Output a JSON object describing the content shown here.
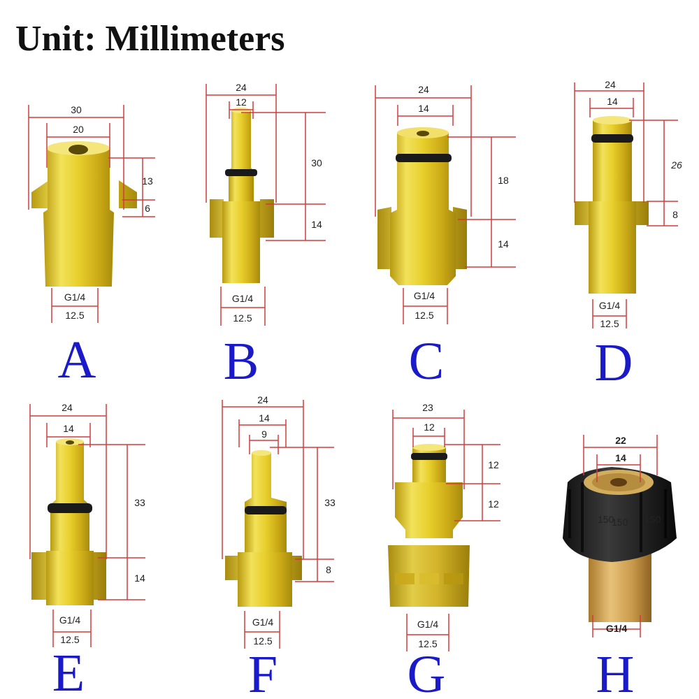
{
  "title": "Unit: Millimeters",
  "colors": {
    "brass": "#e0c020",
    "dimension_line": "#d23c3c",
    "letter": "#1a1ac8",
    "nut": "#1a1a1a"
  },
  "parts": [
    {
      "letter": "A",
      "widths": [
        "30",
        "20"
      ],
      "heights": [
        "13",
        "6"
      ],
      "thread": "G1/4",
      "bottom": "12.5"
    },
    {
      "letter": "B",
      "widths": [
        "24",
        "12"
      ],
      "heights": [
        "30",
        "14"
      ],
      "thread": "G1/4",
      "bottom": "12.5"
    },
    {
      "letter": "C",
      "widths": [
        "24",
        "14"
      ],
      "heights": [
        "18",
        "14"
      ],
      "thread": "G1/4",
      "bottom": "12.5"
    },
    {
      "letter": "D",
      "widths": [
        "24",
        "14"
      ],
      "heights": [
        "26",
        "8"
      ],
      "thread": "G1/4",
      "bottom": "12.5"
    },
    {
      "letter": "E",
      "widths": [
        "24",
        "14"
      ],
      "heights": [
        "33",
        "14"
      ],
      "thread": "G1/4",
      "bottom": "12.5"
    },
    {
      "letter": "F",
      "widths": [
        "24",
        "14",
        "9"
      ],
      "heights": [
        "33",
        "8"
      ],
      "thread": "G1/4",
      "bottom": "12.5"
    },
    {
      "letter": "G",
      "widths": [
        "23",
        "12"
      ],
      "heights": [
        "12",
        "12"
      ],
      "thread": "G1/4",
      "bottom": "12.5"
    },
    {
      "letter": "H",
      "widths": [
        "22",
        "14"
      ],
      "heights": [],
      "thread": "G1/4",
      "bottom": "",
      "nut_marks": [
        "150",
        "150",
        "150"
      ]
    }
  ]
}
